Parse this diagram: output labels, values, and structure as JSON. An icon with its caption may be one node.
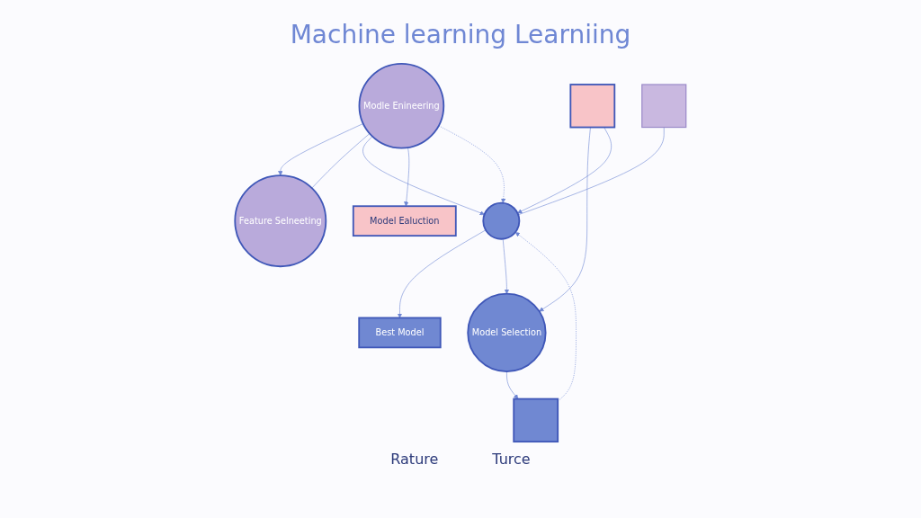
{
  "diagram": {
    "title": "Machine learning Learniing",
    "nodes": [
      {
        "text": [
          "Modle Enineering"
        ]
      },
      {
        "text": [
          "Feature Selneeting"
        ]
      },
      {
        "text": [],
        "shape": "circle"
      },
      {
        "text": [
          "Model Ealuction"
        ]
      },
      {
        "text": [],
        "shape": "box"
      },
      {
        "text": [],
        "shape": "box"
      },
      {
        "text": [
          "Model Selection"
        ]
      },
      {
        "text": [
          "Best Model"
        ]
      },
      {
        "text": [],
        "shape": "box"
      }
    ],
    "edges": [
      {
        "from": 0,
        "to": 1,
        "arrow": "to"
      },
      {
        "from": 0,
        "to": 1,
        "arrow": "none"
      },
      {
        "from": 0,
        "to": 2,
        "arrow": "to"
      },
      {
        "from": 0,
        "to": 3,
        "arrow": "to"
      },
      {
        "from": 4,
        "to": 2,
        "arrow": "none"
      },
      {
        "from": 5,
        "to": 6,
        "arrow": "to"
      },
      {
        "from": 5,
        "to": 2,
        "arrow": "to"
      },
      {
        "from": 2,
        "to": 7,
        "arrow": "to"
      },
      {
        "from": 2,
        "to": 6,
        "arrow": "to"
      },
      {
        "from": 6,
        "to": 8,
        "arrow": "to"
      },
      {
        "from": 0,
        "to": 2,
        "arrow": "to",
        "style": "dashed"
      },
      {
        "from": 8,
        "to": 2,
        "arrow": "to",
        "style": "dashed"
      }
    ],
    "labels": [
      "Rature",
      "Turce"
    ]
  }
}
